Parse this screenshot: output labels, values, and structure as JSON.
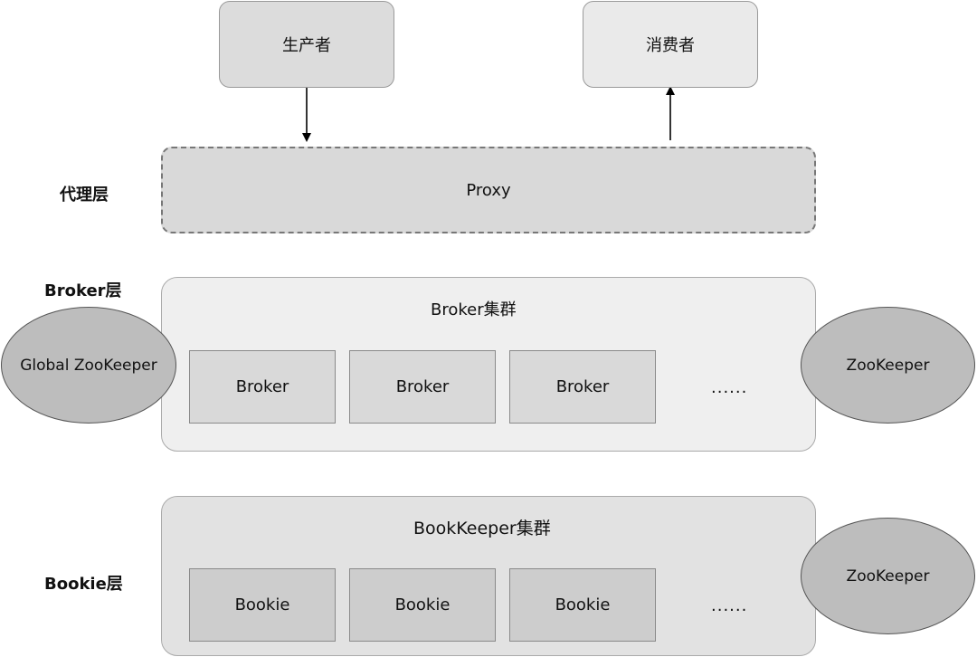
{
  "top": {
    "producer": "生产者",
    "consumer": "消费者"
  },
  "layers": {
    "proxy_layer": "代理层",
    "broker_layer": "Broker层",
    "bookie_layer": "Bookie层"
  },
  "proxy": {
    "label": "Proxy"
  },
  "broker_cluster": {
    "title": "Broker集群",
    "nodes": [
      "Broker",
      "Broker",
      "Broker"
    ],
    "more": "......"
  },
  "bookkeeper_cluster": {
    "title": "BookKeeper集群",
    "nodes": [
      "Bookie",
      "Bookie",
      "Bookie"
    ],
    "more": "......"
  },
  "zookeepers": {
    "global": "Global ZooKeeper",
    "broker_side": "ZooKeeper",
    "bookie_side": "ZooKeeper"
  }
}
